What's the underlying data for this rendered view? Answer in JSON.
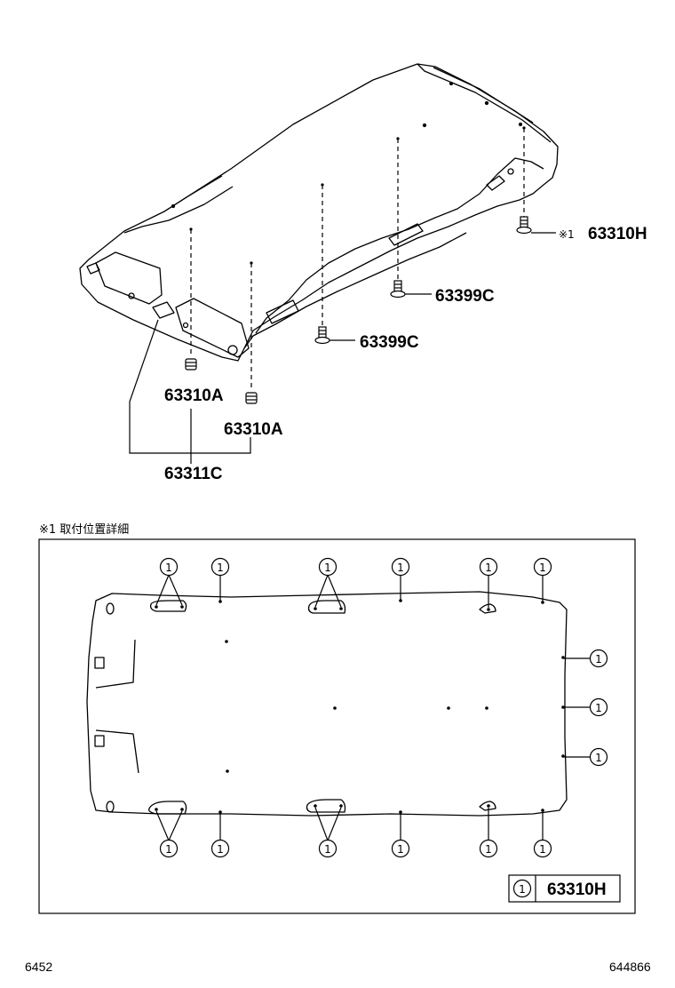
{
  "parts": {
    "p63310H": "63310H",
    "p63399C_upper": "63399C",
    "p63399C_lower": "63399C",
    "p63310A_upper": "63310A",
    "p63310A_lower": "63310A",
    "p63311C": "63311C"
  },
  "note_marker": "※1",
  "detail_title": "※1  取付位置詳細",
  "callout_number": "1",
  "legend": {
    "number": "1",
    "part": "63310H"
  },
  "page_code_left": "6452",
  "page_code_right": "644866"
}
